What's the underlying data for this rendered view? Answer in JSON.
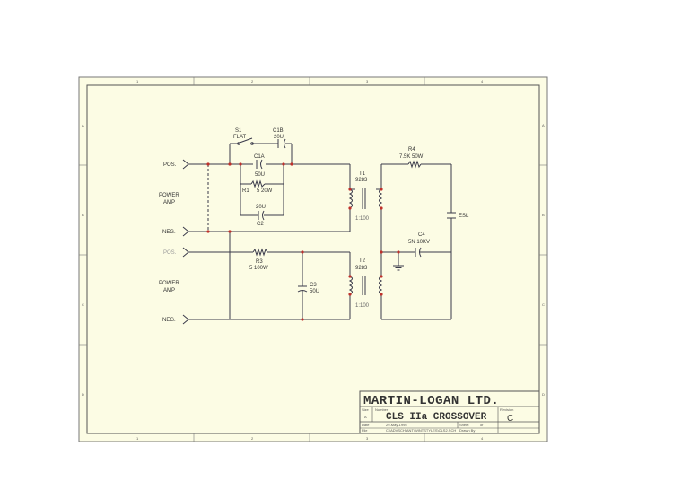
{
  "sheet": {
    "paper_color": "#fcfce4",
    "zone_top": [
      "1",
      "2",
      "3",
      "4"
    ],
    "zone_bottom": [
      "1",
      "2",
      "3",
      "4"
    ],
    "zone_left": [
      "A",
      "B",
      "C",
      "D"
    ],
    "zone_right": [
      "A",
      "B",
      "C",
      "D"
    ]
  },
  "labels": {
    "s1": "S1",
    "flat": "FLAT",
    "c1b": "C1B",
    "c1b_value": "20U",
    "c1a": "C1A",
    "c1a_value": "50U",
    "r1": "R1",
    "r1_value": "5 20W",
    "c2_value": "20U",
    "c2": "C2",
    "pos1": "POS.",
    "power_amp_1a": "POWER",
    "power_amp_1b": "AMP",
    "neg1": "NEG.",
    "pos2": "POS.",
    "power_amp_2a": "POWER",
    "power_amp_2b": "AMP",
    "neg2": "NEG.",
    "r3": "R3",
    "r3_value": "5 100W",
    "c3": "C3",
    "c3_value": "50U",
    "t1": "T1",
    "t1_part": "9283",
    "t1_ratio": "1:100",
    "t2": "T2",
    "t2_part": "9283",
    "t2_ratio": "1:100",
    "r4": "R4",
    "r4_value": "7.5K 50W",
    "c4": "C4",
    "c4_value": "5N 10KV",
    "esl": "ESL"
  },
  "title_block": {
    "company": "MARTIN-LOGAN LTD.",
    "title": "CLS IIa CROSSOVER",
    "size_label": "Size",
    "size_value": "A",
    "number_label": "Number",
    "revision_label": "Revision",
    "revision_value": "C",
    "date_label": "Date",
    "date_value": "29-May-1995",
    "sheet_label": "Sheet",
    "sheet_of": "of",
    "file_label": "File",
    "file_value": "C:\\ADVSCH\\ANT\\WINTSTYLES\\CLS2.SCH",
    "drawn_label": "Drawn By"
  }
}
